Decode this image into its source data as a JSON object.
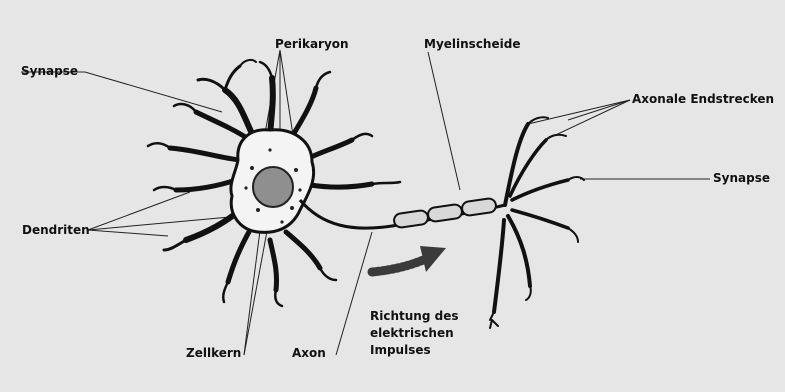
{
  "labels": {
    "synapse_left": "Synapse",
    "perikaryon": "Perikaryon",
    "myelinscheide": "Myelinscheide",
    "axonale_endstrecken": "Axonale Endstrecken",
    "synapse_right": "Synapse",
    "dendriten": "Dendriten",
    "zellkern": "Zellkern",
    "axon": "Axon",
    "richtung_line1": "Richtung des",
    "richtung_line2": "elektrischen",
    "richtung_line3": "Impulses"
  },
  "colors": {
    "background": "#e6e6e6",
    "outer_border": "#ffffff",
    "ink": "#111111",
    "nucleus": "#8f8f8f",
    "arrow": "#3a3a3a"
  }
}
